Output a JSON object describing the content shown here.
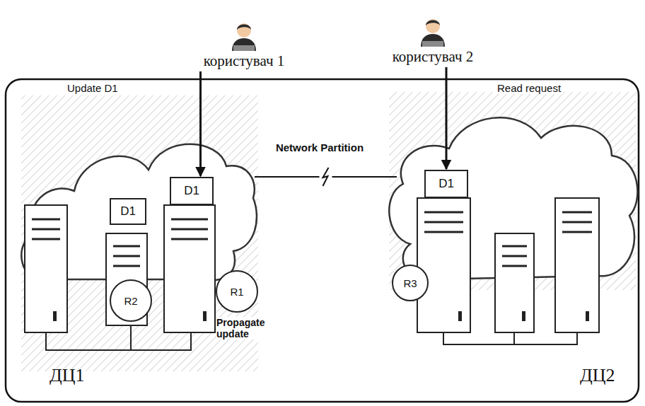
{
  "diagram": {
    "nodes": [
      {
        "text": [
          "користувач 1"
        ]
      },
      {
        "text": [
          "користувач 2"
        ]
      },
      {
        "text": [
          "ДЦ1"
        ]
      },
      {
        "text": [
          "D1"
        ],
        "in": 2
      },
      {
        "text": [
          "D1"
        ],
        "in": 2
      },
      {
        "text": [
          "R2"
        ],
        "in": 2
      },
      {
        "text": [
          "R1"
        ],
        "in": 2
      },
      {
        "text": [
          "ДЦ2"
        ]
      },
      {
        "text": [
          "D1"
        ],
        "in": 7
      },
      {
        "text": [
          "R3"
        ],
        "in": 7
      }
    ],
    "edges": [
      {
        "from": 0,
        "to": 4,
        "arrow": "to",
        "label": "Update D1"
      },
      {
        "from": 1,
        "to": 8,
        "arrow": "to",
        "label": "Read request"
      },
      {
        "from": 2,
        "to": 7,
        "arrow": "none",
        "label": "Network Partition"
      }
    ],
    "labels": [
      "Propagate update"
    ]
  }
}
